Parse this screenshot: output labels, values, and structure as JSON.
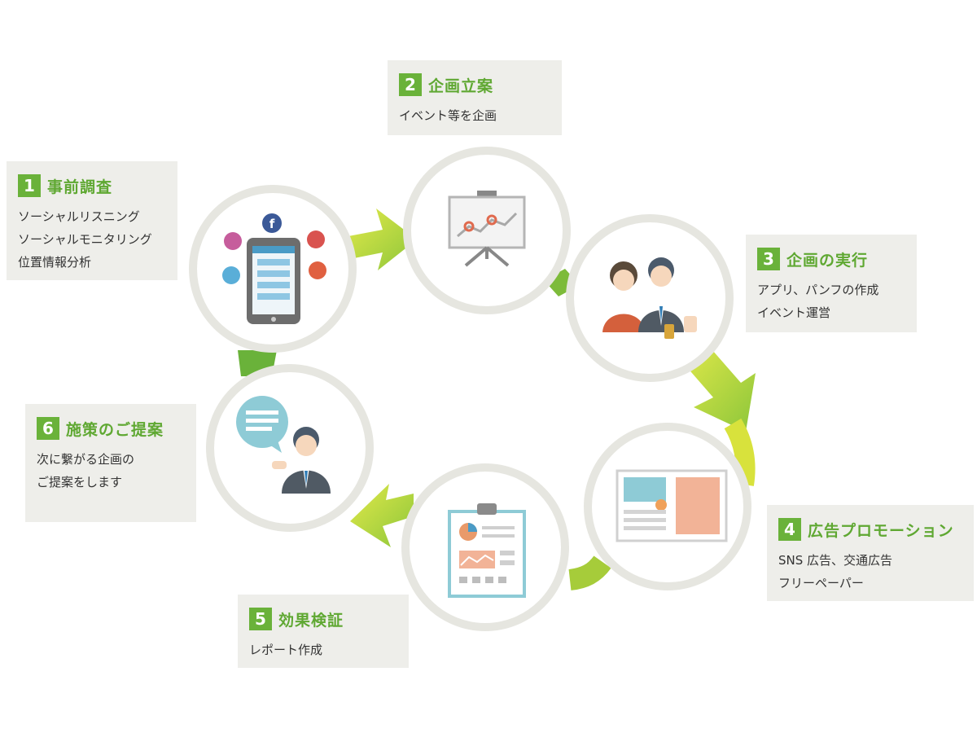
{
  "steps": [
    {
      "num": "1",
      "title": "事前調査",
      "lines": [
        "ソーシャルリスニング",
        "ソーシャルモニタリング",
        "位置情報分析"
      ]
    },
    {
      "num": "2",
      "title": "企画立案",
      "lines": [
        "イベント等を企画"
      ]
    },
    {
      "num": "3",
      "title": "企画の実行",
      "lines": [
        "アプリ、パンフの作成",
        "イベント運営"
      ]
    },
    {
      "num": "4",
      "title": "広告プロモーション",
      "lines": [
        "SNS 広告、交通広告",
        "フリーペーパー"
      ]
    },
    {
      "num": "5",
      "title": "効果検証",
      "lines": [
        "レポート作成"
      ]
    },
    {
      "num": "6",
      "title": "施策のご提案",
      "lines": [
        "次に繋がる企画の",
        "ご提案をします"
      ]
    }
  ],
  "colors": {
    "accent_green": "#6ab23a",
    "arrow_yellow": "#d8e23c",
    "box_bg": "#eeeeea",
    "circle_ring": "#e6e6e0"
  },
  "icons": [
    "sns-tablet-icon",
    "presentation-chart-icon",
    "team-people-icon",
    "ad-layout-icon",
    "report-clipboard-icon",
    "proposal-speaker-icon"
  ]
}
